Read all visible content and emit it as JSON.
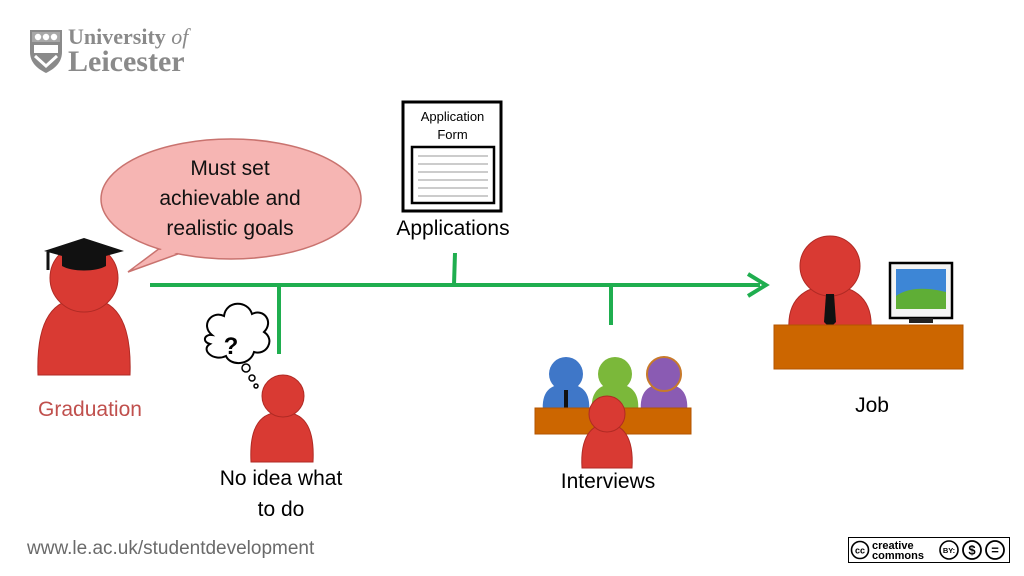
{
  "logo": {
    "line1_prefix": "University",
    "line1_suffix": "of",
    "line2": "Leicester"
  },
  "speech_bubble": {
    "text_lines": [
      "Must set",
      "achievable and",
      "realistic goals"
    ]
  },
  "application_form": {
    "title_lines": [
      "Application",
      "Form"
    ]
  },
  "labels": {
    "applications": "Applications",
    "graduation": "Graduation",
    "no_idea_lines": [
      "No idea what",
      "to do"
    ],
    "interviews": "Interviews",
    "job": "Job"
  },
  "thought_bubble": {
    "symbol": "?"
  },
  "footer": {
    "url": "www.le.ac.uk/studentdevelopment"
  },
  "license_badge": {
    "cc_icon": "cc",
    "text_line1": "creative",
    "text_line2": "commons",
    "icons": [
      "BY:",
      "$",
      "="
    ]
  },
  "colors": {
    "timeline": "#1fae4f",
    "person_red": "#d93a33",
    "desk": "#cc6600",
    "graduation_label": "#c0504d",
    "bubble_fill": "#f6b5b3",
    "interviewer_blue": "#3f77c8",
    "interviewer_green": "#7bb83a",
    "interviewer_purple": "#8a5bb3"
  }
}
